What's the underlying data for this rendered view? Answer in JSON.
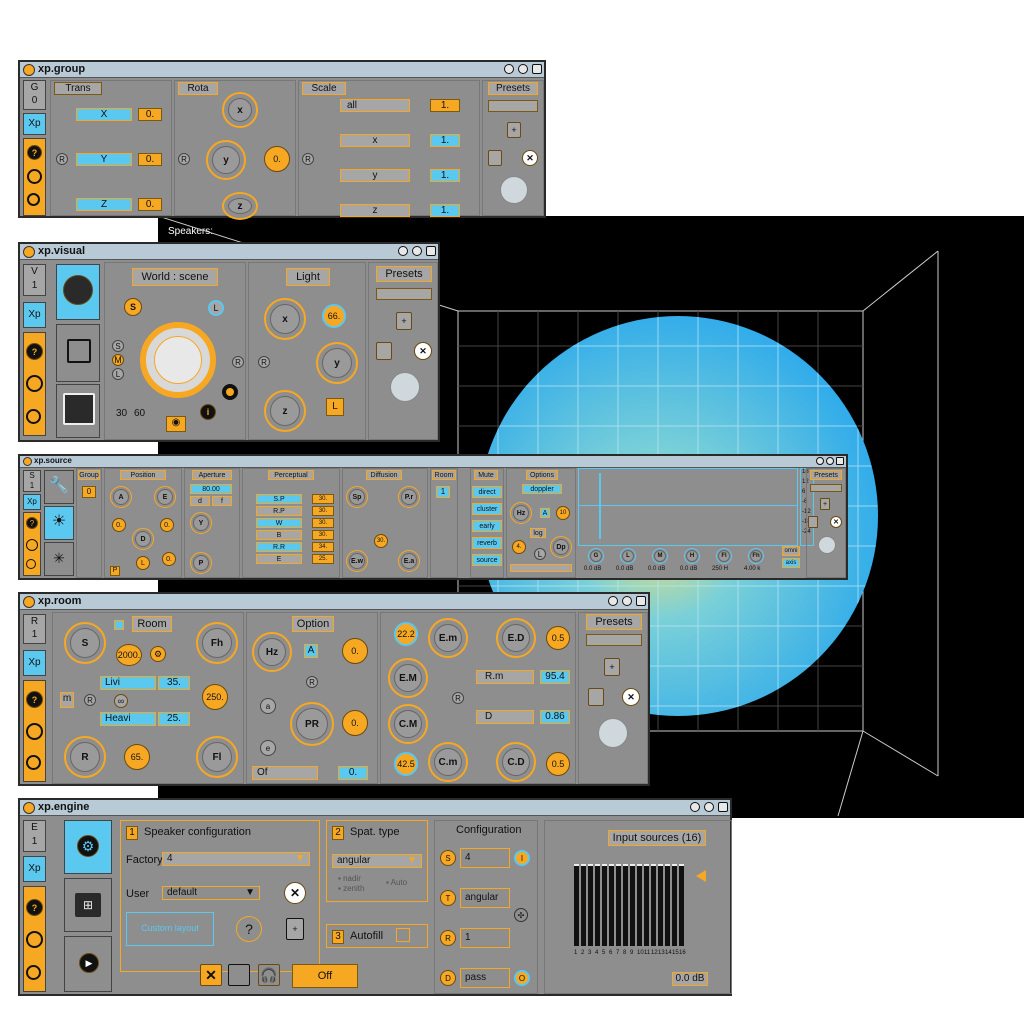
{
  "colors": {
    "accent": "#f7a823",
    "highlight": "#5bc8f0",
    "panel": "#8e8e8e",
    "titlebar": "#b8cad6",
    "viewport": "#000000"
  },
  "viewer": {
    "speakers_label": "Speakers:"
  },
  "group": {
    "title": "xp.group",
    "id_top": "G",
    "id_bottom": "0",
    "xp_label": "Xp",
    "trans": {
      "label": "Trans",
      "x": "X",
      "y": "Y",
      "z": "Z",
      "vx": "0.",
      "vy": "0.",
      "vz": "0."
    },
    "rota": {
      "label": "Rota",
      "x": "x",
      "y": "y",
      "z": "z",
      "value": "0."
    },
    "scale": {
      "label": "Scale",
      "all": "all",
      "x": "x",
      "y": "y",
      "z": "z",
      "vall": "1.",
      "vx": "1.",
      "vy": "1.",
      "vz": "1."
    },
    "presets": "Presets",
    "r": "R"
  },
  "visual": {
    "title": "xp.visual",
    "id_top": "V",
    "id_bottom": "1",
    "xp_label": "Xp",
    "world_label": "World : scene",
    "light_label": "Light",
    "s": "S",
    "l": "L",
    "sml": [
      "S",
      "M",
      "L"
    ],
    "r": "R",
    "v30": "30",
    "v60": "60",
    "light": {
      "x": "x",
      "y": "y",
      "z": "z",
      "value": "66.",
      "l": "L"
    },
    "presets": "Presets"
  },
  "source": {
    "title": "xp.source",
    "id_top": "S",
    "id_bottom": "1",
    "xp_label": "Xp",
    "group_label": "Group",
    "group_value": "0",
    "p_label": "P",
    "position_label": "Position",
    "position": {
      "a": "A",
      "e": "E",
      "d": "D",
      "l": "L",
      "v0": "0.",
      "v1": "0.",
      "v2": "0."
    },
    "aperture_label": "Aperture",
    "aperture_value": "80.00",
    "aperture_d": "d",
    "aperture_f": "f",
    "aperture_y": "Y",
    "aperture_p": "P",
    "perceptual_label": "Perceptual",
    "perceptual": [
      "S.P",
      "R.P",
      "W",
      "B",
      "R.R",
      "E"
    ],
    "perceptual_values": [
      "30.",
      "30.",
      "30.",
      "30.",
      "34.",
      "25."
    ],
    "diffusion_label": "Diffusion",
    "diffusion": {
      "sp": "Sp",
      "pr": "P.r",
      "ew": "E.w",
      "ea": "E.a",
      "v": "30."
    },
    "room_label": "Room",
    "room_value": "1",
    "mute_label": "Mute",
    "mute": [
      "direct",
      "cluster",
      "early",
      "reverb",
      "source"
    ],
    "options_label": "Options",
    "doppler": "doppler",
    "hz": "Hz",
    "a": "A",
    "v10": "10",
    "log": "log",
    "dp": "Dp",
    "l": "L",
    "v4": "4.",
    "scale": [
      "18",
      "12",
      "6",
      "-6",
      "-12",
      "-18",
      "-24"
    ],
    "meters": [
      {
        "k": "G",
        "v": "0.0 dB"
      },
      {
        "k": "L",
        "v": "0.0 dB"
      },
      {
        "k": "M",
        "v": "0.0 dB"
      },
      {
        "k": "H",
        "v": "0.0 dB"
      },
      {
        "k": "Fl",
        "v": "250 H"
      },
      {
        "k": "Fh",
        "v": "4.00 k"
      }
    ],
    "omni": "omni",
    "axis": "axis",
    "presets": "Presets"
  },
  "room": {
    "title": "xp.room",
    "id_top": "R",
    "id_bottom": "1",
    "xp_label": "Xp",
    "room_label": "Room",
    "option_label": "Option",
    "s": "S",
    "fh": "Fh",
    "fl": "Fl",
    "r": "R",
    "m": "m",
    "v2000": "2000.",
    "livi": "Livi",
    "v35": "35.",
    "heavi": "Heavi",
    "v25": "25.",
    "v250": "250.",
    "v65": "65.",
    "hz": "Hz",
    "a": "A",
    "v0a": "0.",
    "ra": "R",
    "pr": "PR",
    "v0b": "0.",
    "a_small": "a",
    "e_small": "e",
    "of": "Of",
    "v0c": "0.",
    "em": "E.m",
    "ed": "E.D",
    "v05a": "0.5",
    "v222": "22.2",
    "eM": "E.M",
    "rm": "R.m",
    "v954": "95.4",
    "rr": "R",
    "d": "D",
    "v086": "0.86",
    "cM": "C.M",
    "v425": "42.5",
    "cm": "C.m",
    "cd": "C.D",
    "v05b": "0.5",
    "presets": "Presets"
  },
  "engine": {
    "title": "xp.engine",
    "id_top": "E",
    "id_bottom": "1",
    "xp_label": "Xp",
    "n1": "1",
    "speaker_config": "Speaker configuration",
    "factory": "Factory",
    "factory_value": "4",
    "user": "User",
    "user_value": "default",
    "custom_layout": "Custom layout",
    "question": "?",
    "n2": "2",
    "spat_type": "Spat. type",
    "spat_value": "angular",
    "nadir": "nadir",
    "zenith": "zenith",
    "auto": "Auto",
    "n3": "3",
    "autofill": "Autofill",
    "off": "Off",
    "configuration": "Configuration",
    "cfg": [
      {
        "k": "S",
        "v": "4"
      },
      {
        "k": "T",
        "v": "angular"
      },
      {
        "k": "R",
        "v": "1"
      },
      {
        "k": "D",
        "v": "pass"
      }
    ],
    "cfg_i": "I",
    "cfg_o": "O",
    "input_sources": "Input sources (16)",
    "channels": [
      "1",
      "2",
      "3",
      "4",
      "5",
      "6",
      "7",
      "8",
      "9",
      "10",
      "11",
      "12",
      "13",
      "14",
      "15",
      "16"
    ],
    "gain": "0.0 dB"
  }
}
